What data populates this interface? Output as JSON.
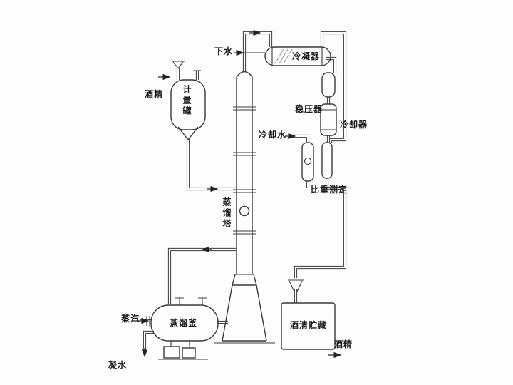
{
  "labels": {
    "drain_water": "下水",
    "condenser": "冷凝器",
    "alcohol_feed": "酒精",
    "metering_tank": "计量罐",
    "pressure_stabilizer": "稳压器",
    "cooling_water": "冷却水",
    "cooler": "冷却器",
    "gravity_measurement": "比重测定",
    "distillation_column": "蒸馏塔",
    "steam": "蒸汽",
    "distillation_kettle": "蒸馏釜",
    "alcohol_storage": "酒清贮藏",
    "alcohol_product": "酒精",
    "condensate": "凝水"
  },
  "colors": {
    "line": "#3a3a3a",
    "background": "#fdfdfb",
    "text": "#1c1c1c"
  }
}
